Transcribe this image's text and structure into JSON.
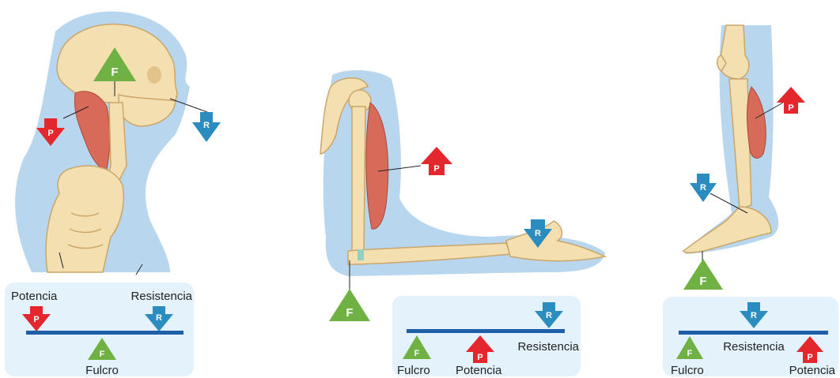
{
  "markers": {
    "potencia": "P",
    "resistencia": "R",
    "fulcro": "F"
  },
  "legend1": {
    "potencia": "Potencia",
    "resistencia": "Resistencia",
    "fulcro": "Fulcro"
  },
  "legend2": {
    "resistencia": "Resistencia",
    "fulcro": "Fulcro",
    "potencia": "Potencia"
  },
  "legend3": {
    "resistencia": "Resistencia",
    "fulcro": "Fulcro",
    "potencia": "Potencia"
  },
  "colors": {
    "potencia": "#e4262d",
    "resistencia": "#2a8cbf",
    "fulcro": "#6fb142",
    "lever": "#1f5fa8",
    "panel": "#e3f2fb",
    "halo": "#b9d6ef",
    "bone": "#f4dfb0",
    "muscle": "#d86a5a"
  }
}
